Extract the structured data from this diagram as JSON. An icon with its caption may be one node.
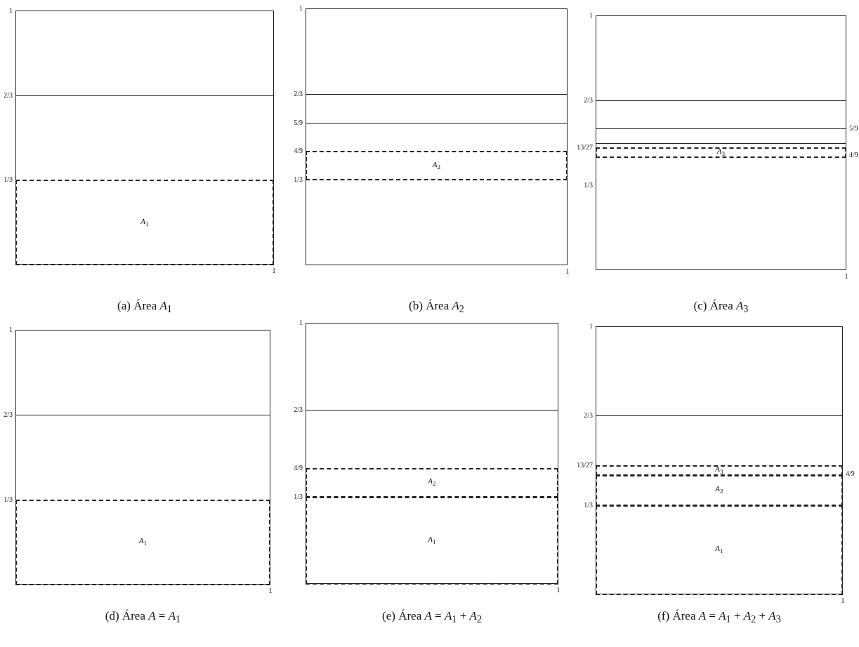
{
  "diagram": {
    "nodes": [
      {
        "text": [
          "(a) Área *A*$_{1}$"
        ]
      },
      {
        "text": [
          "*A*$_{1}$"
        ],
        "in": 0
      },
      {
        "text": [
          "(b) Área *A*$_{2}$"
        ]
      },
      {
        "text": [
          "*A*$_{2}$"
        ],
        "in": 2
      },
      {
        "text": [
          "(c) Área *A*$_{3}$"
        ]
      },
      {
        "text": [
          "*A*$_{3}$"
        ],
        "in": 4
      },
      {
        "text": [
          "(d) Área *A* = *A*$_{1}$"
        ]
      },
      {
        "text": [
          "*A*$_{1}$"
        ],
        "in": 6
      },
      {
        "text": [
          "(e) Área *A* = *A*$_{1}$ + *A*$_{2}$"
        ]
      },
      {
        "text": [
          "*A*$_{2}$"
        ],
        "in": 8
      },
      {
        "text": [
          "*A*$_{1}$"
        ],
        "in": 8
      },
      {
        "text": [
          "(f) Área *A* = *A*$_{1}$ + *A*$_{2}$ + *A*$_{3}$"
        ]
      },
      {
        "text": [
          "*A*$_{3}$"
        ],
        "in": 11
      },
      {
        "text": [
          "*A*$_{2}$"
        ],
        "in": 11
      },
      {
        "text": [
          "*A*$_{1}$"
        ],
        "in": 11
      }
    ],
    "labels": [
      "1",
      "2/3",
      "1/3",
      "1",
      "1",
      "2/3",
      "5/9",
      "4/9",
      "1/3",
      "1",
      "1",
      "2/3",
      "13/27",
      "1/3",
      "5/9",
      "4/9",
      "1",
      "1",
      "2/3",
      "1/3",
      "1",
      "1",
      "2/3",
      "4/9",
      "1/3",
      "1",
      "1",
      "2/3",
      "13/27",
      "1/3",
      "4/9",
      "1"
    ]
  }
}
